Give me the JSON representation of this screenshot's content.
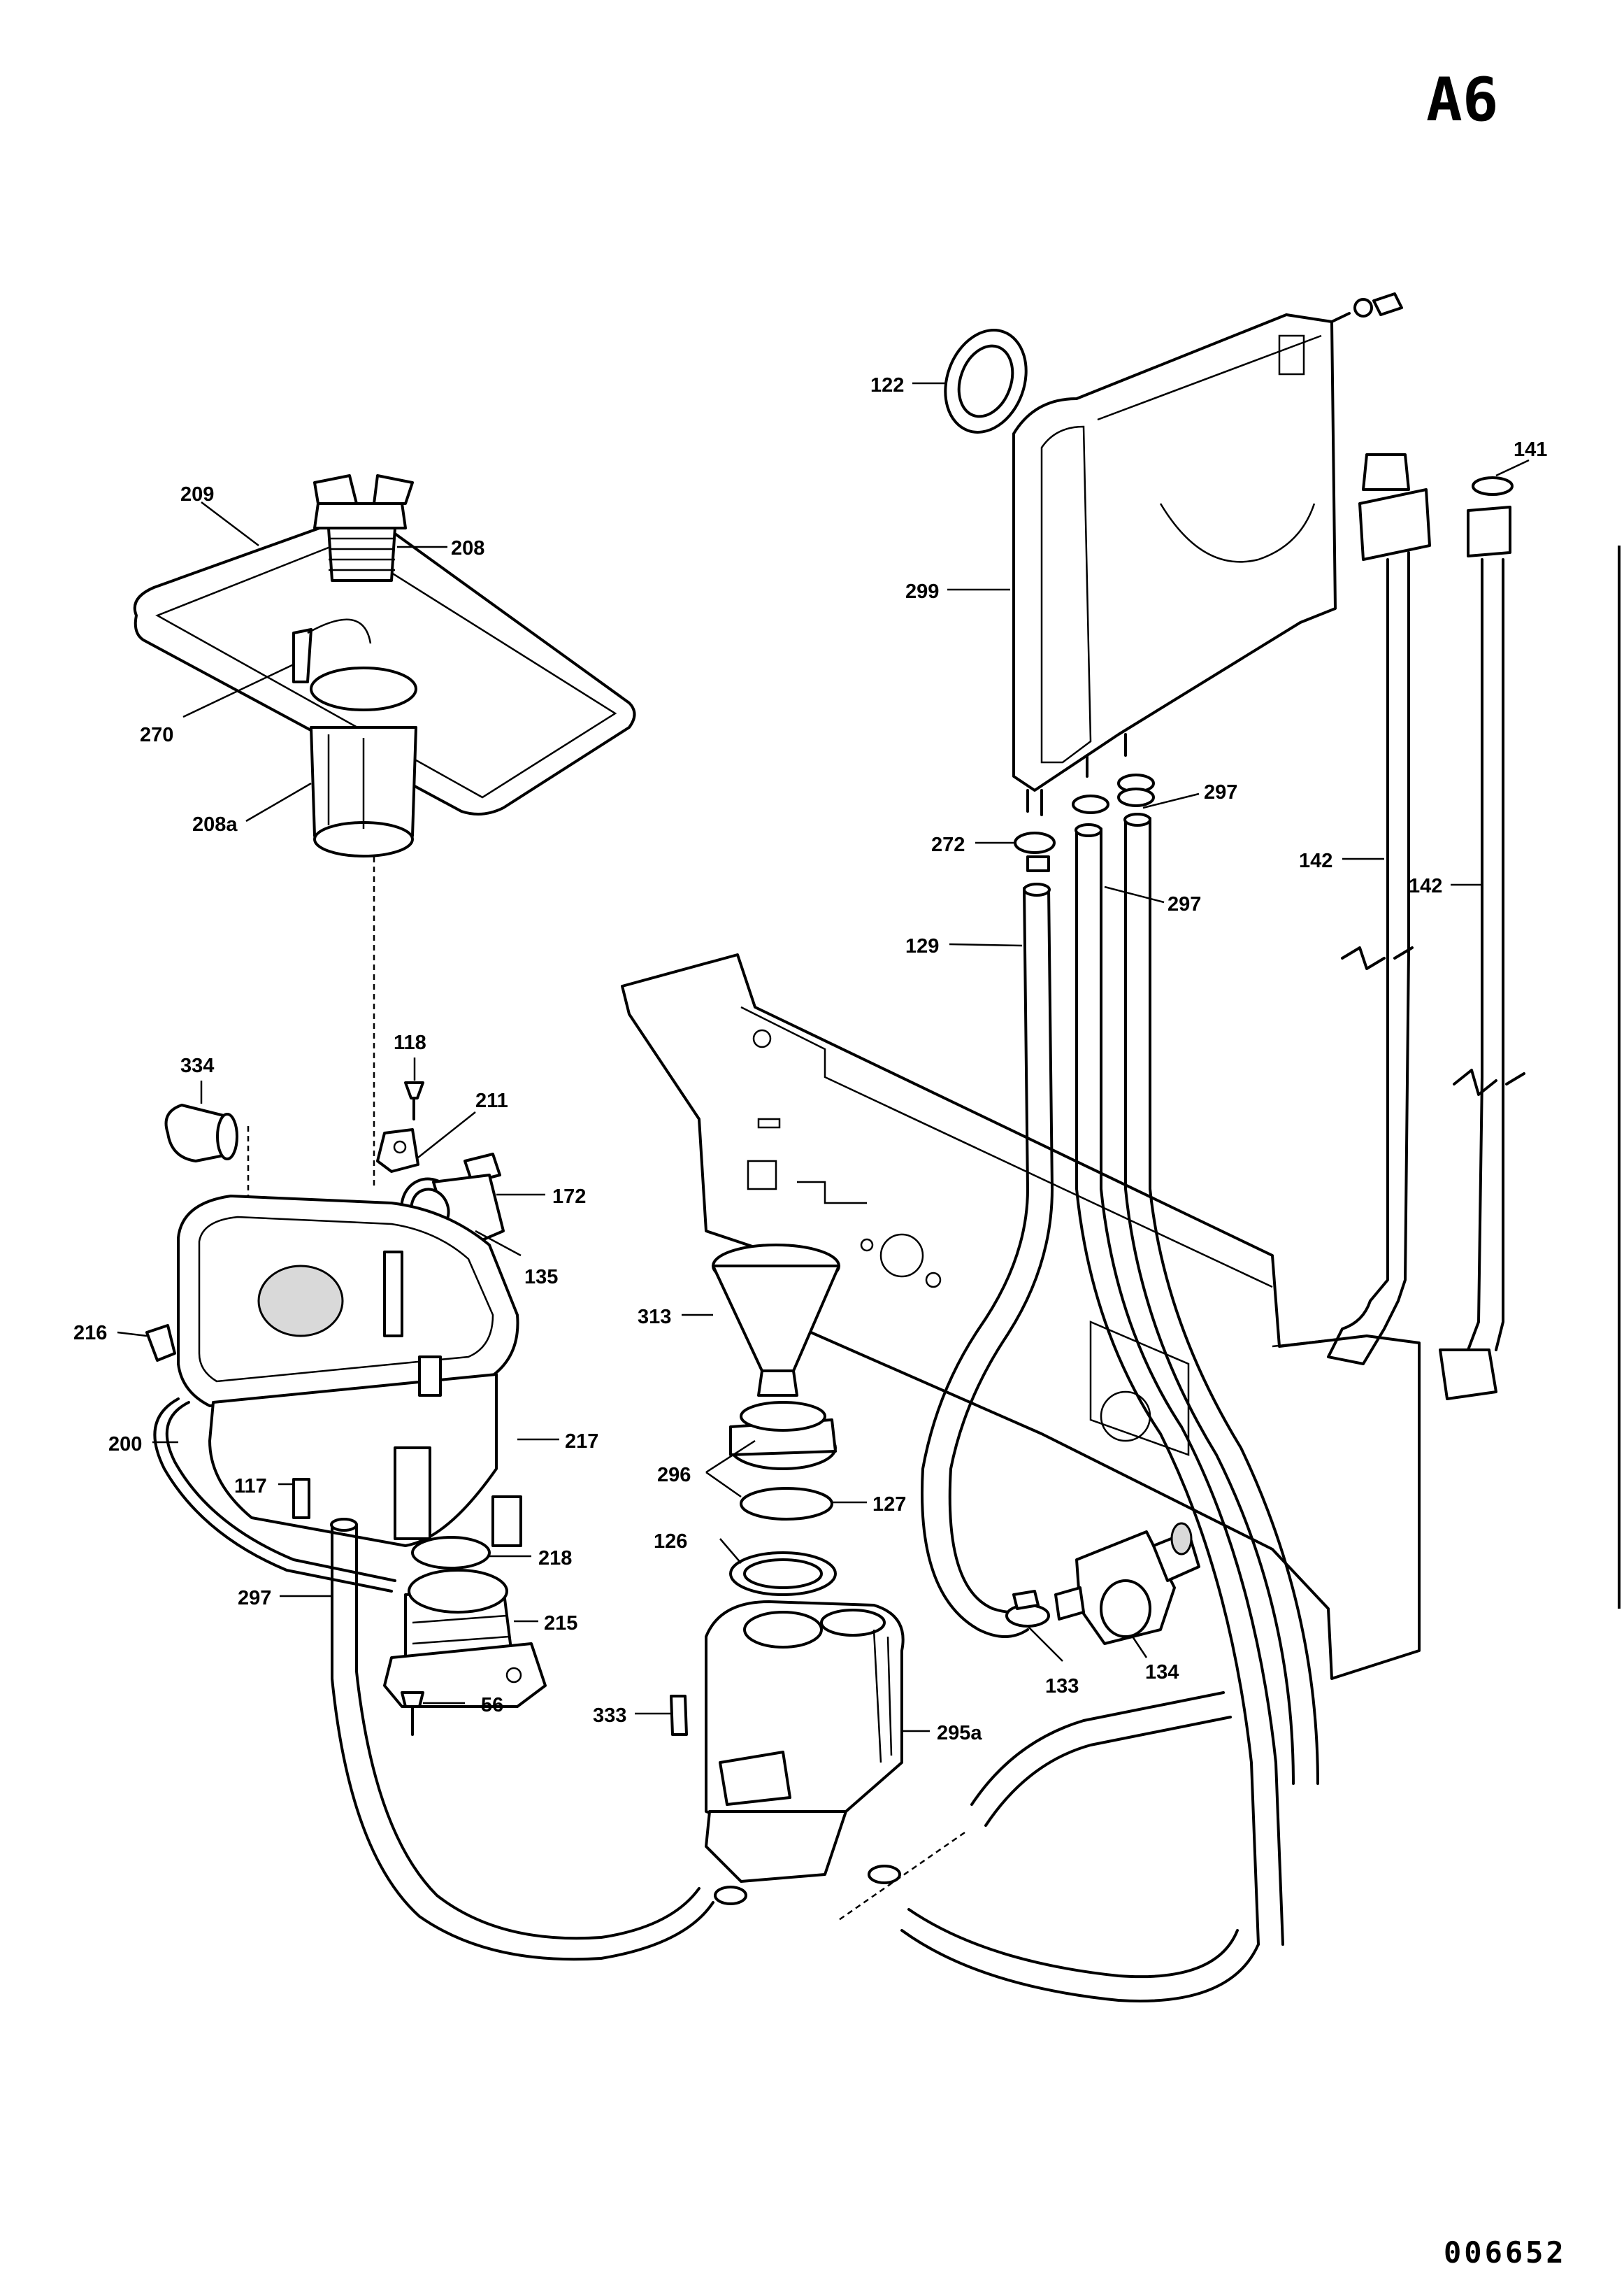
{
  "sheet_id": "A6",
  "document_number": "006652",
  "callouts": {
    "c122": "122",
    "c209": "209",
    "c208": "208",
    "c299": "299",
    "c141": "141",
    "c270": "270",
    "c208a": "208a",
    "c297a": "297",
    "c272": "272",
    "c142a": "142",
    "c142b": "142",
    "c297b": "297",
    "c129": "129",
    "c118": "118",
    "c334": "334",
    "c211": "211",
    "c172": "172",
    "c135": "135",
    "c313": "313",
    "c216": "216",
    "c217": "217",
    "c200": "200",
    "c296": "296",
    "c117": "117",
    "c127": "127",
    "c126": "126",
    "c218": "218",
    "c297c": "297",
    "c215": "215",
    "c133": "133",
    "c134": "134",
    "c56": "56",
    "c333": "333",
    "c295a": "295a"
  }
}
